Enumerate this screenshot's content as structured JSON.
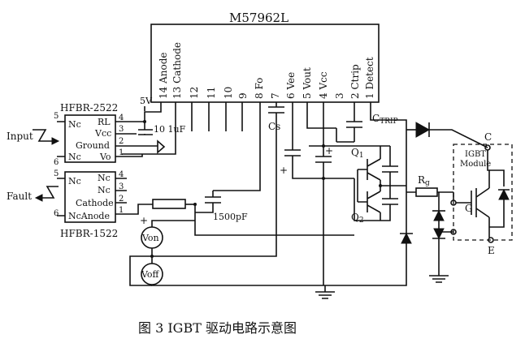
{
  "driver": {
    "title": "M57962L",
    "pins": {
      "p14": "14 Anode",
      "p13": "13 Cathode",
      "p12": "12",
      "p11": "11",
      "p10": "10",
      "p9": "9",
      "p8": "8 Fo",
      "p7": "7",
      "p6": "6 Vee",
      "p5": "5 Vout",
      "p4": "4 Vcc",
      "p3": "3",
      "p2": "2 Ctrip",
      "p1": "1 Detect"
    }
  },
  "opto_in": {
    "name": "HFBR-2522",
    "pin5": "5",
    "pin6": "6",
    "pin4": "4",
    "pin3": "3",
    "pin2": "2",
    "pin1": "1",
    "nc_top": "Nc",
    "nc_bot": "Nc",
    "rl": "RL",
    "vcc": "Vcc",
    "ground": "Ground",
    "vo": "Vo"
  },
  "opto_out": {
    "name": "HFBR-1522",
    "pin5": "5",
    "pin6": "6",
    "pin4": "4",
    "pin3": "3",
    "pin2": "2",
    "pin1": "1",
    "nc_top": "Nc",
    "nc_mid": "Nc",
    "nc_bot": "Nc",
    "cathode": "Cathode",
    "ncanode": "NcAnode"
  },
  "labels": {
    "input": "Input",
    "fault": "Fault",
    "v5": "5V",
    "cap_10uf": "10 1uF",
    "cap_1500pf": "1500pF",
    "cs": "Cs",
    "ctrip_main": "C",
    "ctrip_sub": "TRIP",
    "q1": "Q",
    "q1_sub": "1",
    "q2": "Q",
    "q2_sub": "2",
    "rg": "R",
    "rg_sub": "g",
    "plus1": "+",
    "plus2": "+",
    "plus3": "+",
    "von": "Von",
    "voff": "Voff",
    "igbt_l1": "IGBT",
    "igbt_l2": "Module",
    "c": "C",
    "g": "G",
    "e": "E"
  },
  "caption": "图 3    IGBT 驱动电路示意图"
}
